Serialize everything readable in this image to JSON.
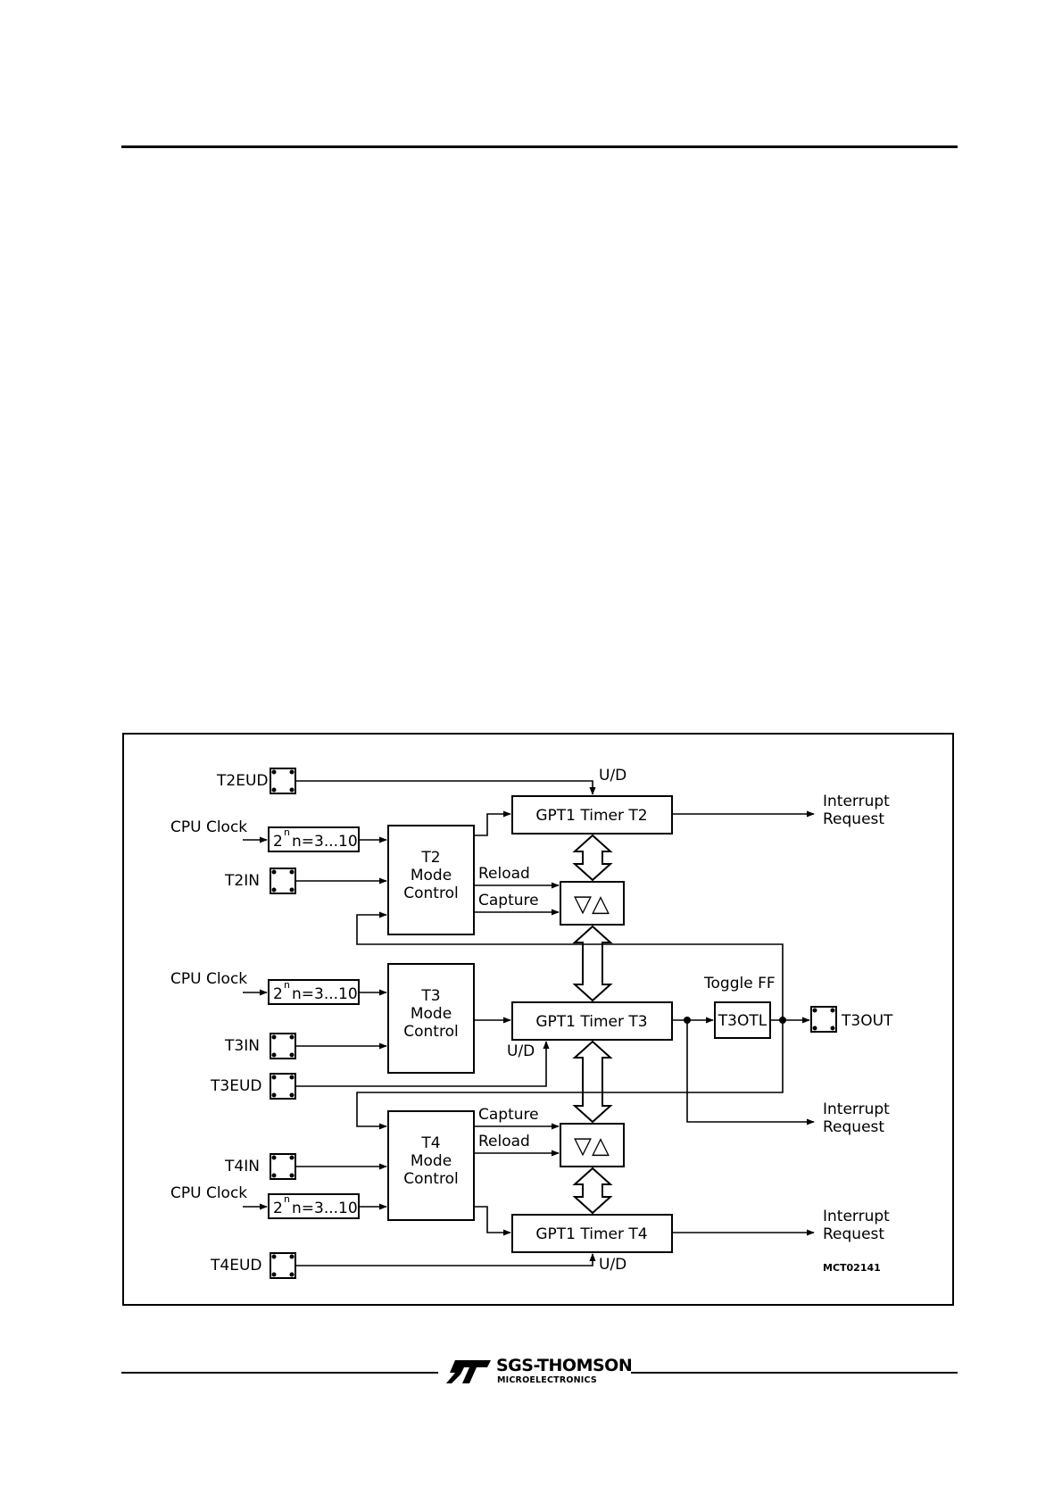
{
  "diagram": {
    "pins": {
      "t2eud": "T2EUD",
      "t2in": "T2IN",
      "t3in": "T3IN",
      "t3eud": "T3EUD",
      "t4in": "T4IN",
      "t4eud": "T4EUD",
      "t3out": "T3OUT"
    },
    "cpu_clock": "CPU  Clock",
    "prescaler": {
      "base": "2",
      "exp": "n",
      "range": "n=3...10"
    },
    "mode_control": {
      "t2": [
        "T2",
        "Mode",
        "Control"
      ],
      "t3": [
        "T3",
        "Mode",
        "Control"
      ],
      "t4": [
        "T4",
        "Mode",
        "Control"
      ]
    },
    "timers": {
      "t2": "GPT1  Timer  T2",
      "t3": "GPT1  Timer  T3",
      "t4": "GPT1  Timer  T4"
    },
    "signals": {
      "reload": "Reload",
      "capture": "Capture",
      "ud": "U/D"
    },
    "toggle_ff": "Toggle  FF",
    "t3otl": "T3OTL",
    "interrupt_request": [
      "Interrupt",
      "Request"
    ],
    "figure_code": "MCT02141",
    "arrows_glyph": "▽△"
  },
  "footer": {
    "company": "SGS-THOMSON",
    "division": "MICROELECTRONICS"
  }
}
